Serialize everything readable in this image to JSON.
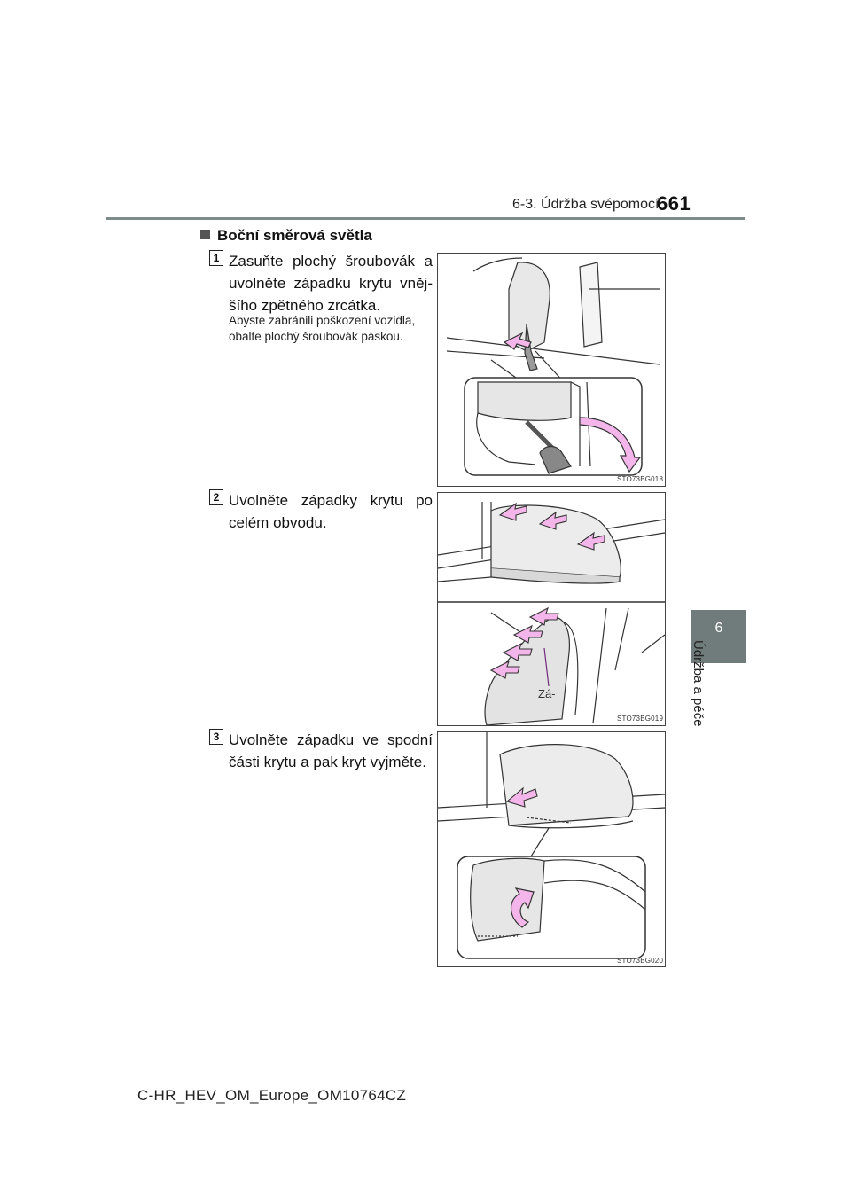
{
  "header": {
    "section": "6-3. Údržba svépomocí",
    "page_number": "661"
  },
  "side_tab": {
    "chapter_number": "6",
    "chapter_title": "Údržba a péče"
  },
  "section_heading": "Boční směrová světla",
  "steps": [
    {
      "number": "1",
      "text": "Zasuňte plochý šroubovák a uvolněte západku krytu vněj-šího zpětného zrcátka.",
      "note": "Abyste zabránili poškození vozidla, obalte plochý šroubovák páskou.",
      "figure_code": "STO73BG018"
    },
    {
      "number": "2",
      "text": "Uvolněte západky krytu po celém obvodu.",
      "figure_code": "STO73BG019",
      "figure_label": "Zá-"
    },
    {
      "number": "3",
      "text": "Uvolněte západku ve spodní části krytu a pak kryt vyjměte.",
      "figure_code": "STO73BG020"
    }
  ],
  "footer": "C-HR_HEV_OM_Europe_OM10764CZ",
  "colors": {
    "rule": "#7f8a8a",
    "tab": "#707b7b",
    "arrow_fill": "#f4b6ea",
    "arrow_stroke": "#333333"
  }
}
